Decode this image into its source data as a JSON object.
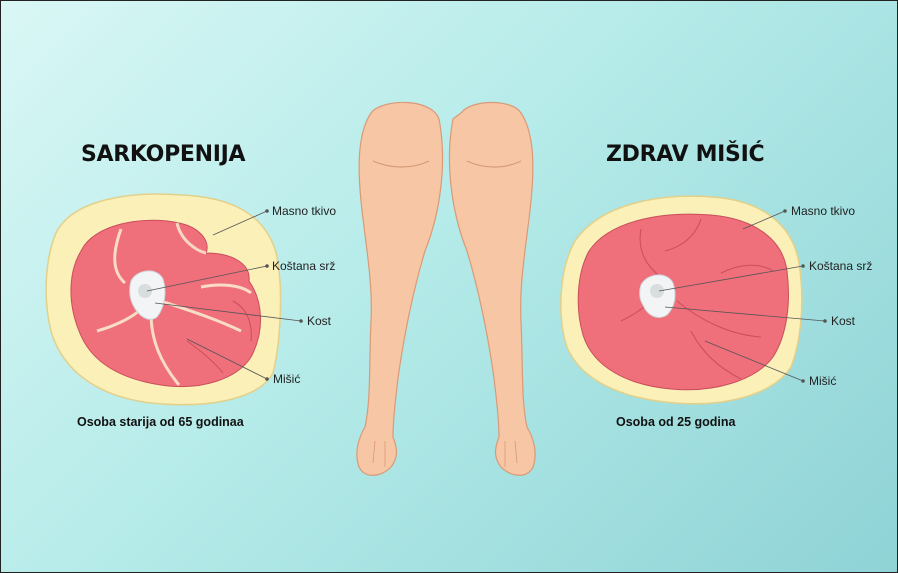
{
  "left_panel": {
    "title": "SARKOPENIJA",
    "caption": "Osoba starija od 65 godinaa",
    "labels": {
      "fat": "Masno tkivo",
      "marrow": "Koštana srž",
      "bone": "Kost",
      "muscle": "Mišić"
    }
  },
  "right_panel": {
    "title": "ZDRAV MIŠIĆ",
    "caption": "Osoba od 25 godina",
    "labels": {
      "fat": "Masno tkivo",
      "marrow": "Koštana srž",
      "bone": "Kost",
      "muscle": "Mišić"
    }
  },
  "colors": {
    "background_top": "#d9f7f5",
    "background_bottom": "#8fd3d6",
    "fat": "#faf0b8",
    "muscle": "#ef6f7b",
    "muscle_line": "#c94e5c",
    "bone": "#f2f4f6",
    "skin": "#f7c6a4",
    "skin_line": "#d99a78"
  }
}
